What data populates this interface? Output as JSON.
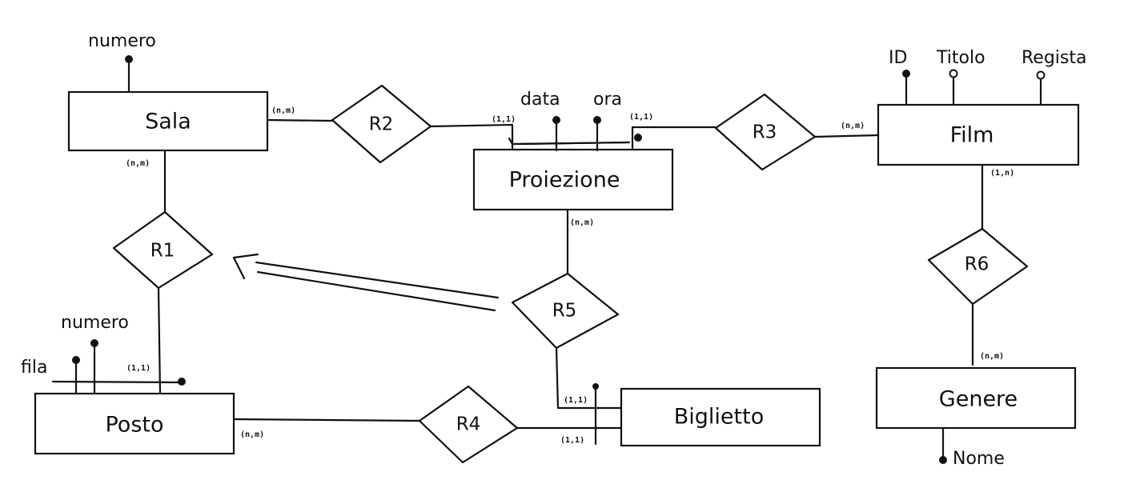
{
  "entities": {
    "sala": "Sala",
    "proiezione": "Proiezione",
    "film": "Film",
    "posto": "Posto",
    "biglietto": "Biglietto",
    "genere": "Genere"
  },
  "relationships": {
    "r1": "R1",
    "r2": "R2",
    "r3": "R3",
    "r4": "R4",
    "r5": "R5",
    "r6": "R6"
  },
  "attributes": {
    "sala_numero": "numero",
    "proiezione_data": "data",
    "proiezione_ora": "ora",
    "film_id": "ID",
    "film_titolo": "Titolo",
    "film_regista": "Regista",
    "posto_fila": "fila",
    "posto_numero": "numero",
    "genere_nome": "Nome"
  },
  "cardinalities": {
    "sala_r2": "(n,m)",
    "sala_r1": "(n,m)",
    "proiezione_r2": "(1,1)",
    "proiezione_r3": "(1,1)",
    "proiezione_r5": "(n,m)",
    "film_r3": "(n,m)",
    "film_r6": "(1,n)",
    "genere_r6": "(n,m)",
    "posto_r1": "(1,1)",
    "posto_r4": "(n,m)",
    "biglietto_r5": "(1,1)",
    "biglietto_r4": "(1,1)"
  }
}
